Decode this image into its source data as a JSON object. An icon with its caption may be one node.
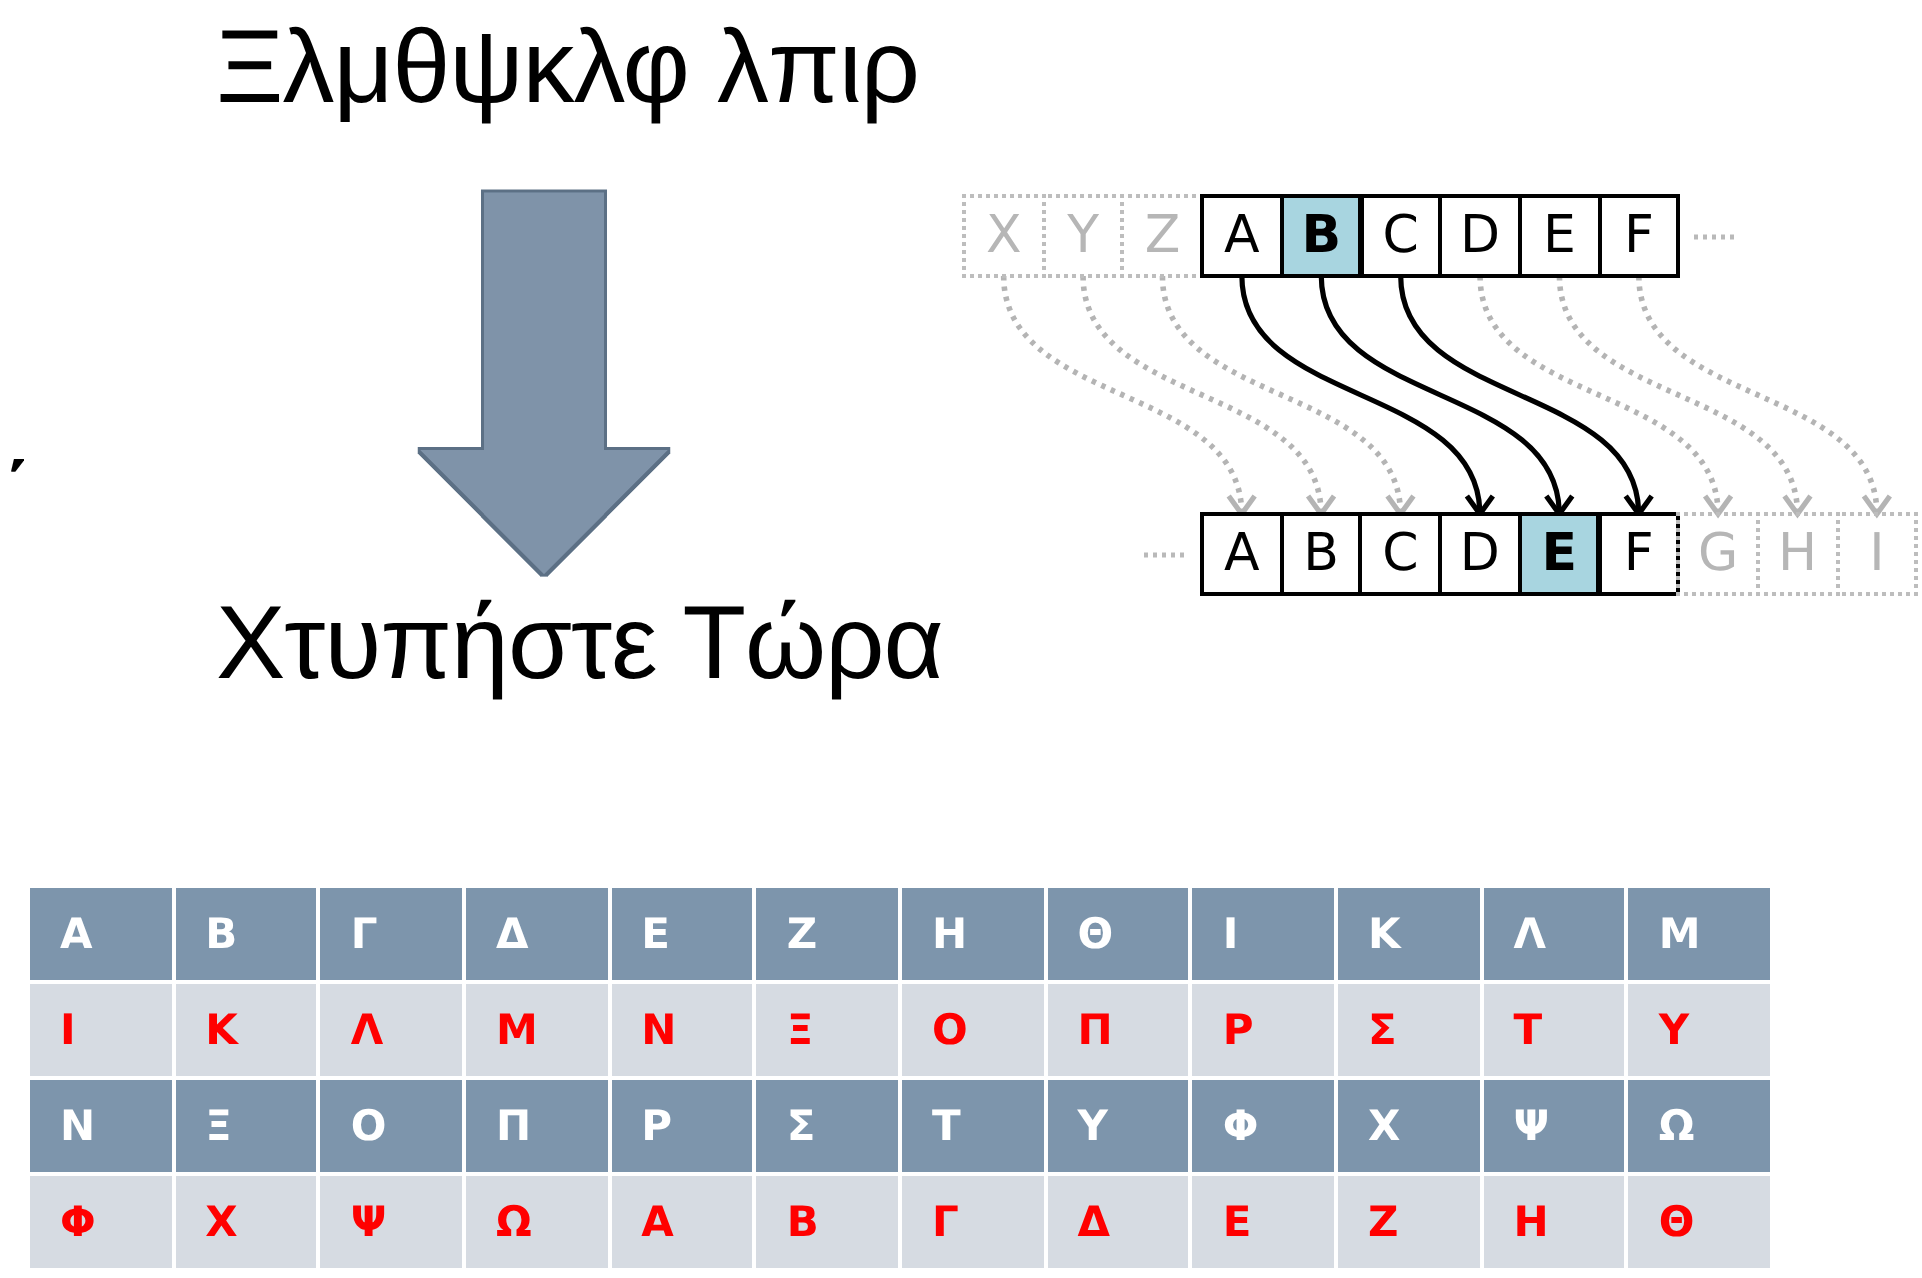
{
  "diagram": {
    "nodes": [
      {
        "text": [
          "Ξλμθψκλφ λπιρ"
        ]
      },
      {
        "text": [
          "X"
        ]
      },
      {
        "text": [
          "Y"
        ]
      },
      {
        "text": [
          "Z"
        ]
      },
      {
        "text": [
          "A"
        ]
      },
      {
        "text": [
          "B"
        ]
      },
      {
        "text": [
          "C"
        ]
      },
      {
        "text": [
          "D"
        ]
      },
      {
        "text": [
          "E"
        ]
      },
      {
        "text": [
          "F"
        ]
      },
      {
        "text": [
          "A"
        ]
      },
      {
        "text": [
          "B"
        ]
      },
      {
        "text": [
          "C"
        ]
      },
      {
        "text": [
          "D"
        ]
      },
      {
        "text": [
          "E"
        ]
      },
      {
        "text": [
          "F"
        ]
      },
      {
        "text": [
          "G"
        ]
      },
      {
        "text": [
          "H"
        ]
      },
      {
        "text": [
          "I"
        ]
      },
      {
        "text": [
          "Χτυπήστε Τώρα"
        ]
      }
    ],
    "edges": [
      {
        "from": 0,
        "to": 19,
        "arrow": "to",
        "style": "thick",
        "color": "#7f93a9"
      },
      {
        "from": 1,
        "to": 10,
        "arrow": "to",
        "style": "dashed"
      },
      {
        "from": 2,
        "to": 11,
        "arrow": "to",
        "style": "dashed"
      },
      {
        "from": 3,
        "to": 12,
        "arrow": "to",
        "style": "dashed"
      },
      {
        "from": 4,
        "to": 13,
        "arrow": "to",
        "color": "#000000"
      },
      {
        "from": 5,
        "to": 14,
        "arrow": "to",
        "color": "#000000"
      },
      {
        "from": 6,
        "to": 15,
        "arrow": "to",
        "color": "#000000"
      },
      {
        "from": 7,
        "to": 16,
        "arrow": "to",
        "style": "dashed"
      },
      {
        "from": 8,
        "to": 17,
        "arrow": "to",
        "style": "dashed"
      },
      {
        "from": 9,
        "to": 18,
        "arrow": "to",
        "style": "dashed"
      }
    ],
    "labels": [
      "΄",
      "Α",
      "Β",
      "Γ",
      "Δ",
      "Ε",
      "Ζ",
      "Η",
      "Θ",
      "Ι",
      "Κ",
      "Λ",
      "Μ",
      "Ι",
      "Κ",
      "Λ",
      "Μ",
      "Ν",
      "Ξ",
      "Ο",
      "Π",
      "Ρ",
      "Σ",
      "Τ",
      "Υ",
      "Ν",
      "Ξ",
      "Ο",
      "Π",
      "Ρ",
      "Σ",
      "Τ",
      "Υ",
      "Φ",
      "Χ",
      "Ψ",
      "Ω",
      "Φ",
      "Χ",
      "Ψ",
      "Ω",
      "Α",
      "Β",
      "Γ",
      "Δ",
      "Ε",
      "Ζ",
      "Η",
      "Θ"
    ]
  }
}
